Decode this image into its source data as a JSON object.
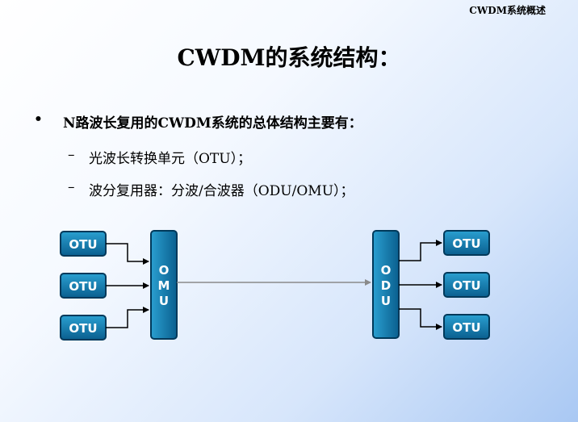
{
  "header": {
    "section_tag": "CWDM系统概述"
  },
  "slide": {
    "title": "CWDM的系统结构：",
    "bullet": {
      "marker": "•",
      "text": "N路波长复用的CWDM系统的总体结构主要有："
    },
    "subitems": [
      {
        "marker": "–",
        "text": "光波长转换单元（OTU）；"
      },
      {
        "marker": "–",
        "text": "波分复用器：分波/合波器（ODU/OMU）；"
      }
    ]
  },
  "diagram": {
    "left_otus": [
      "OTU",
      "OTU",
      "OTU"
    ],
    "right_otus": [
      "OTU",
      "OTU",
      "OTU"
    ],
    "mux_label": [
      "O",
      "M",
      "U"
    ],
    "demux_label": [
      "O",
      "D",
      "U"
    ],
    "colors": {
      "box_dark": "#0a5f8f",
      "box_light": "#2a9fd0",
      "border": "#00395a",
      "line": "#000000",
      "link": "#8a8a8a"
    }
  }
}
